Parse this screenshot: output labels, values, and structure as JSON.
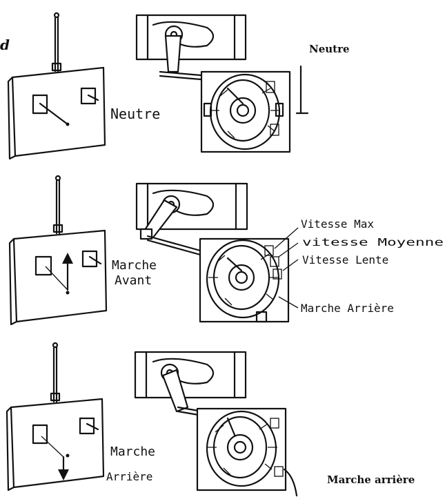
{
  "fragment_letter": "d",
  "panels": [
    {
      "stick_label": "Neutre",
      "callout": "Neutre"
    },
    {
      "stick_label_line1": "Marche",
      "stick_label_line2": "Avant",
      "speed_labels": [
        "Vitesse Max",
        "vitesse Moyenne",
        "Vitesse Lente",
        "Marche Arrière"
      ]
    },
    {
      "stick_label_line1": "Marche",
      "stick_label_line2": "Arrière",
      "callout": "Marche arrière"
    }
  ]
}
